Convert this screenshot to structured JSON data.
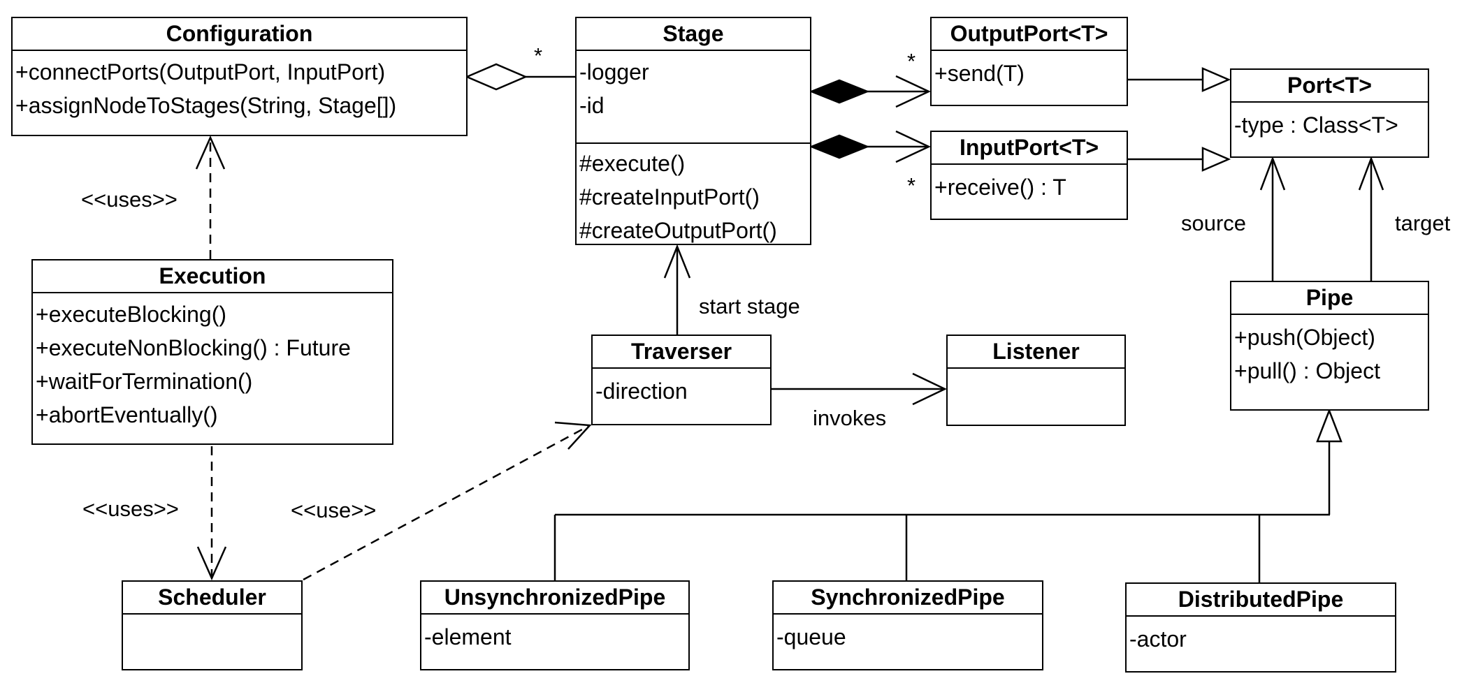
{
  "diagram": {
    "classes": {
      "configuration": {
        "name": "Configuration",
        "attributes": [],
        "operations": [
          "+connectPorts(OutputPort, InputPort)",
          "+assignNodeToStages(String, Stage[])"
        ]
      },
      "stage": {
        "name": "Stage",
        "attributes": [
          "-logger",
          "-id"
        ],
        "operations": [
          "#execute()",
          "#createInputPort()",
          "#createOutputPort()"
        ]
      },
      "output_port": {
        "name": "OutputPort<T>",
        "attributes": [],
        "operations": [
          "+send(T)"
        ]
      },
      "input_port": {
        "name": "InputPort<T>",
        "attributes": [],
        "operations": [
          "+receive() : T"
        ]
      },
      "port": {
        "name": "Port<T>",
        "attributes": [
          "-type : Class<T>"
        ],
        "operations": []
      },
      "execution": {
        "name": "Execution",
        "attributes": [],
        "operations": [
          "+executeBlocking()",
          "+executeNonBlocking() : Future",
          "+waitForTermination()",
          "+abortEventually()"
        ]
      },
      "traverser": {
        "name": "Traverser",
        "attributes": [
          "-direction"
        ],
        "operations": []
      },
      "listener": {
        "name": "Listener",
        "attributes": [],
        "operations": []
      },
      "pipe": {
        "name": "Pipe",
        "attributes": [],
        "operations": [
          "+push(Object)",
          "+pull() : Object"
        ]
      },
      "scheduler": {
        "name": "Scheduler",
        "attributes": [],
        "operations": []
      },
      "unsynchronized_pipe": {
        "name": "UnsynchronizedPipe",
        "attributes": [
          "-element"
        ],
        "operations": []
      },
      "synchronized_pipe": {
        "name": "SynchronizedPipe",
        "attributes": [
          "-queue"
        ],
        "operations": []
      },
      "distributed_pipe": {
        "name": "DistributedPipe",
        "attributes": [
          "-actor"
        ],
        "operations": []
      }
    },
    "relations": [
      {
        "from": "Configuration",
        "to": "Stage",
        "type": "aggregation",
        "multiplicity": "*"
      },
      {
        "from": "Stage",
        "to": "OutputPort<T>",
        "type": "composition",
        "multiplicity": "*"
      },
      {
        "from": "Stage",
        "to": "InputPort<T>",
        "type": "composition",
        "multiplicity": "*"
      },
      {
        "from": "OutputPort<T>",
        "to": "Port<T>",
        "type": "generalization"
      },
      {
        "from": "InputPort<T>",
        "to": "Port<T>",
        "type": "generalization"
      },
      {
        "from": "Pipe",
        "to": "Port<T>",
        "type": "association",
        "label": "source"
      },
      {
        "from": "Pipe",
        "to": "Port<T>",
        "type": "association",
        "label": "target"
      },
      {
        "from": "Execution",
        "to": "Configuration",
        "type": "dependency",
        "label": "<<uses>>"
      },
      {
        "from": "Execution",
        "to": "Scheduler",
        "type": "dependency",
        "label": "<<uses>>"
      },
      {
        "from": "Scheduler",
        "to": "Traverser",
        "type": "dependency",
        "label": "<<use>>"
      },
      {
        "from": "Traverser",
        "to": "Stage",
        "type": "association",
        "label": "start stage"
      },
      {
        "from": "Traverser",
        "to": "Listener",
        "type": "association",
        "label": "invokes"
      },
      {
        "from": "UnsynchronizedPipe",
        "to": "Pipe",
        "type": "generalization"
      },
      {
        "from": "SynchronizedPipe",
        "to": "Pipe",
        "type": "generalization"
      },
      {
        "from": "DistributedPipe",
        "to": "Pipe",
        "type": "generalization"
      }
    ],
    "labels": {
      "mult_config_stage": "*",
      "mult_stage_output": "*",
      "mult_stage_input": "*",
      "uses_config": "<<uses>>",
      "uses_scheduler": "<<uses>>",
      "use_traverser": "<<use>>",
      "start_stage": "start stage",
      "invokes": "invokes",
      "source": "source",
      "target": "target"
    }
  }
}
